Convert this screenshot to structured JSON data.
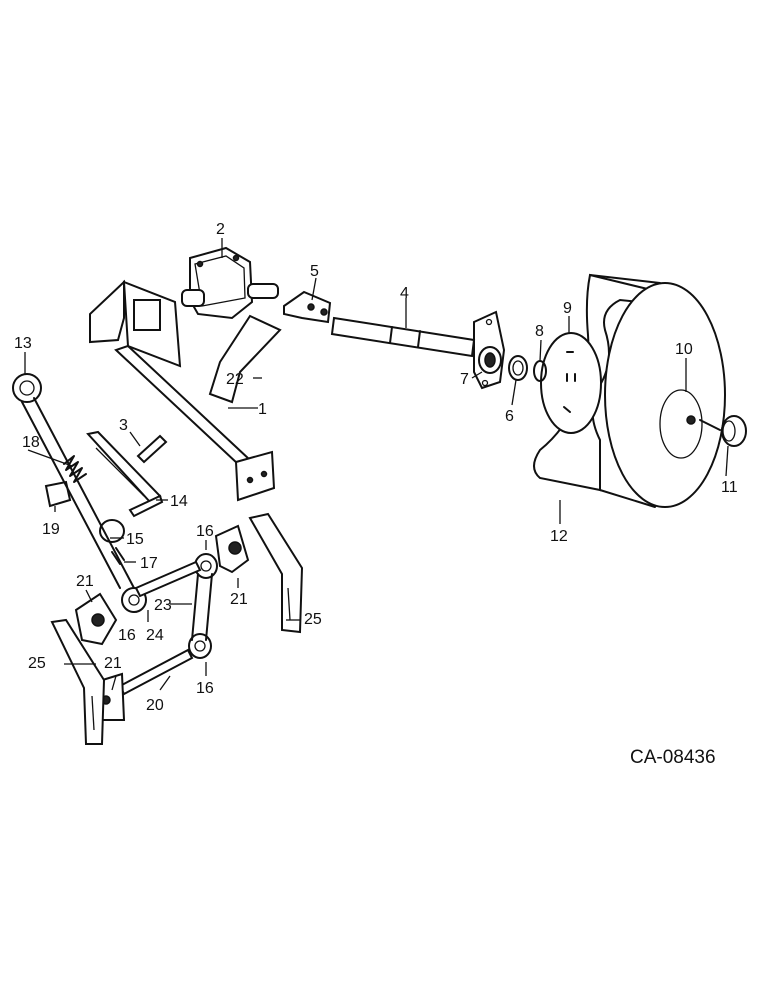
{
  "diagram": {
    "drawing_code": "CA-08436",
    "callouts": [
      "1",
      "2",
      "3",
      "4",
      "5",
      "6",
      "7",
      "8",
      "9",
      "10",
      "11",
      "12",
      "13",
      "14",
      "15",
      "16",
      "16",
      "16",
      "17",
      "18",
      "19",
      "20",
      "21",
      "21",
      "21",
      "22",
      "23",
      "24",
      "25",
      "25"
    ]
  }
}
